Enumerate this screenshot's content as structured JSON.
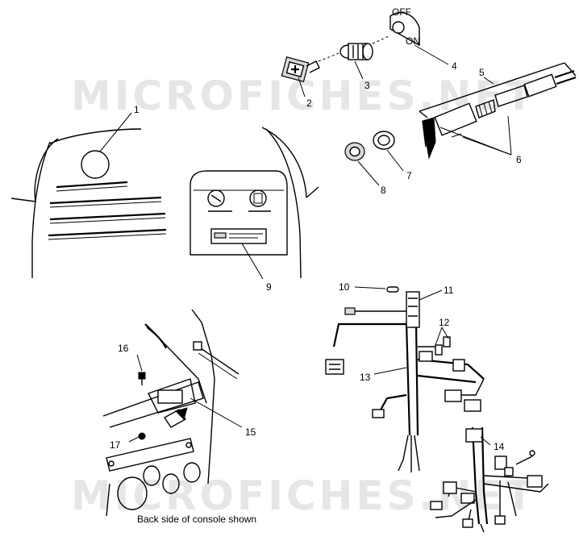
{
  "watermark": {
    "top_text": "MICROFICHES.NET",
    "bottom_text": "MICROFICHES.NET",
    "color": "#e6e6e6"
  },
  "callouts": [
    "1",
    "2",
    "3",
    "4",
    "5",
    "6",
    "7",
    "8",
    "9",
    "10",
    "11",
    "12",
    "13",
    "14",
    "15",
    "16",
    "17"
  ],
  "dial_labels": {
    "off": "OFF",
    "on": "ON"
  },
  "caption": "Back side of console shown",
  "colors": {
    "ink": "#000000",
    "background": "#ffffff"
  }
}
